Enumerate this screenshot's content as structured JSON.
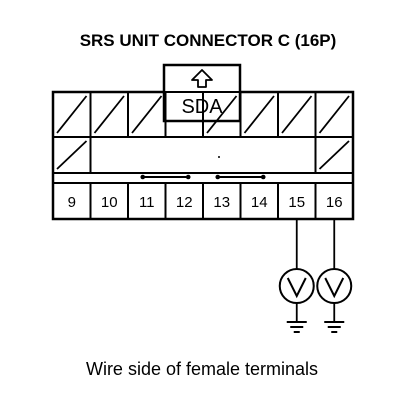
{
  "title": "SRS UNIT CONNECTOR C (16P)",
  "caption": "Wire side of female terminals",
  "sda_label": "SDA",
  "top_row_hatched": [
    1,
    2,
    3,
    5,
    6,
    7,
    8
  ],
  "middle_row_hatched": [
    1,
    8
  ],
  "pins": [
    {
      "num": "9"
    },
    {
      "num": "10"
    },
    {
      "num": "11"
    },
    {
      "num": "12"
    },
    {
      "num": "13"
    },
    {
      "num": "14"
    },
    {
      "num": "15"
    },
    {
      "num": "16"
    }
  ],
  "shorted_pairs": [
    [
      "11",
      "12"
    ],
    [
      "13",
      "14"
    ]
  ],
  "voltmeter_pins": [
    "15",
    "16"
  ],
  "icons": {
    "sda_arrow": "up-arrow-icon",
    "meter": "voltmeter-icon",
    "ground": "ground-icon"
  }
}
